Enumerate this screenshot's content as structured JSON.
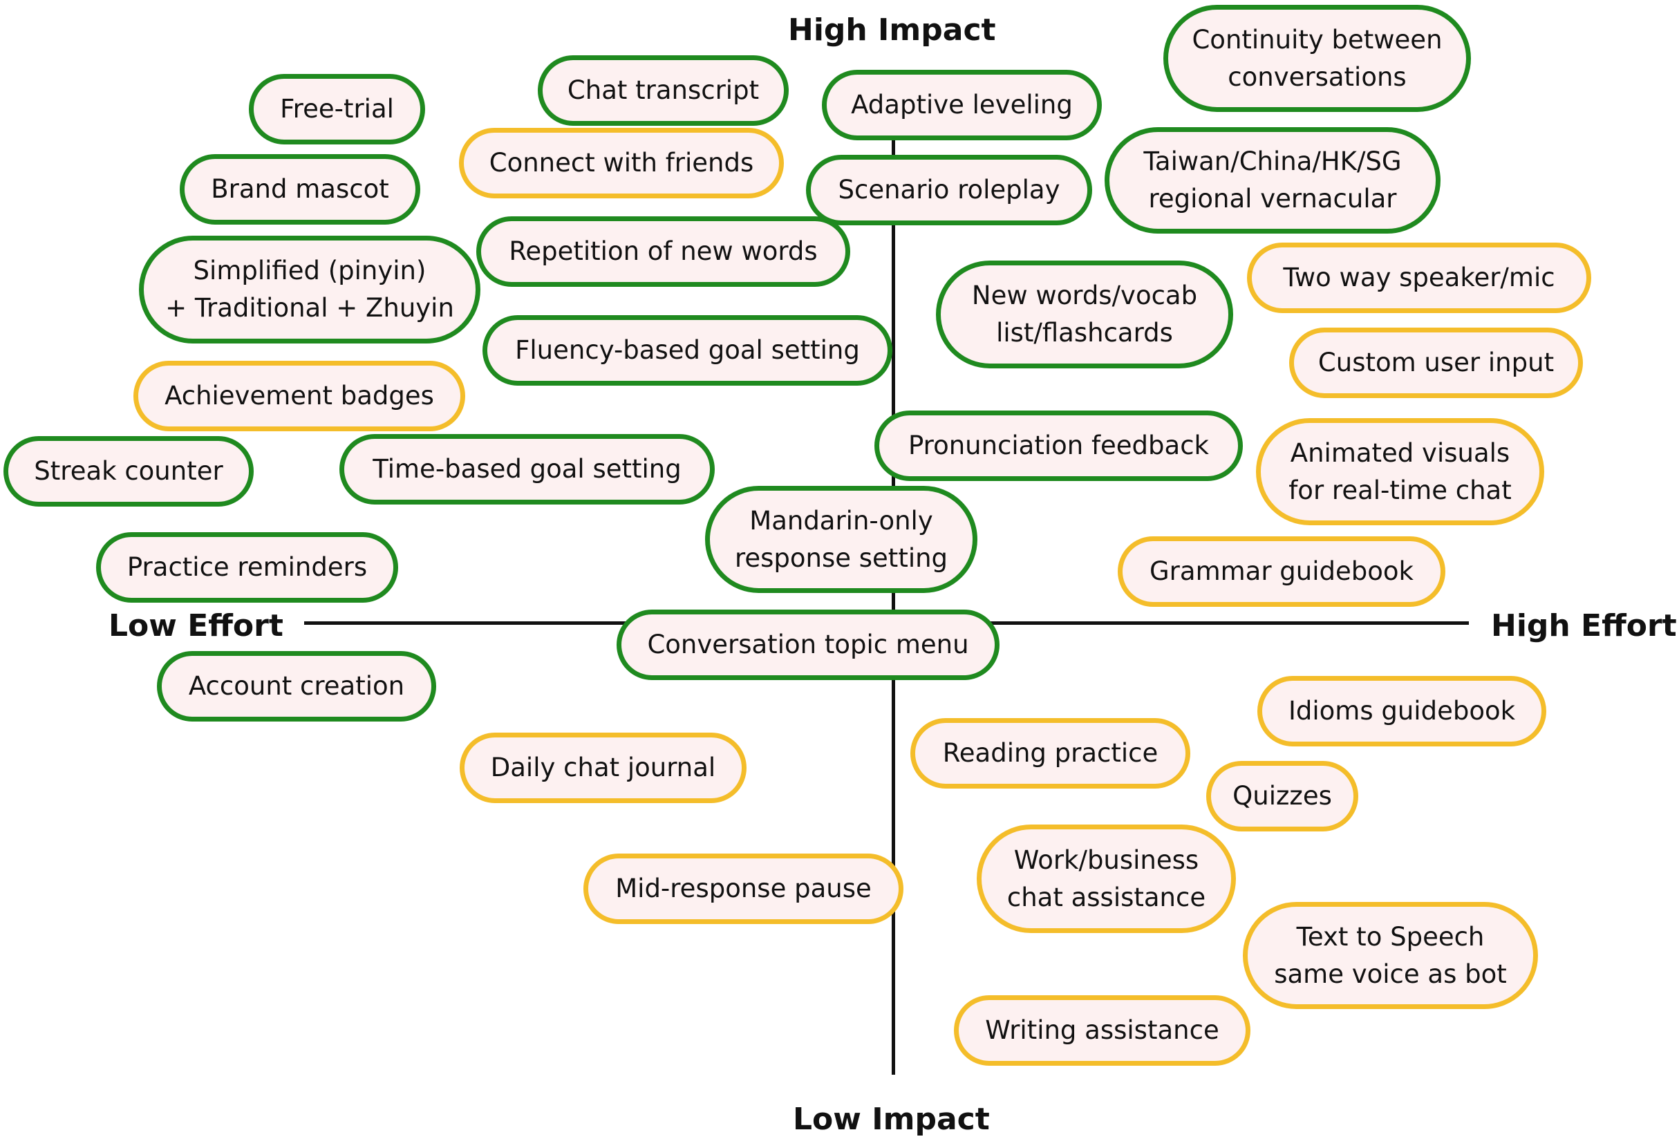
{
  "axes": {
    "top": "High Impact",
    "bottom": "Low Impact",
    "left": "Low Effort",
    "right": "High Effort"
  },
  "colors": {
    "green_border": "#1f8a1f",
    "yellow_border": "#f4bd2a",
    "pill_fill": "#fdf1f1",
    "axis": "#111111"
  },
  "features": [
    {
      "id": "continuity",
      "lines": [
        "Continuity between",
        "conversations"
      ],
      "category": "green"
    },
    {
      "id": "chat-transcript",
      "lines": [
        "Chat transcript"
      ],
      "category": "green"
    },
    {
      "id": "free-trial",
      "lines": [
        "Free-trial"
      ],
      "category": "green"
    },
    {
      "id": "adaptive-leveling",
      "lines": [
        "Adaptive leveling"
      ],
      "category": "green"
    },
    {
      "id": "connect-friends",
      "lines": [
        "Connect with friends"
      ],
      "category": "yellow"
    },
    {
      "id": "regional-vernacular",
      "lines": [
        "Taiwan/China/HK/SG",
        "regional vernacular"
      ],
      "category": "green"
    },
    {
      "id": "brand-mascot",
      "lines": [
        "Brand mascot"
      ],
      "category": "green"
    },
    {
      "id": "scenario-roleplay",
      "lines": [
        "Scenario roleplay"
      ],
      "category": "green"
    },
    {
      "id": "repetition-words",
      "lines": [
        "Repetition of new words"
      ],
      "category": "green"
    },
    {
      "id": "simplified-traditional",
      "lines": [
        "Simplified (pinyin)",
        "+ Traditional + Zhuyin"
      ],
      "category": "green"
    },
    {
      "id": "two-way-speaker",
      "lines": [
        "Two way speaker/mic"
      ],
      "category": "yellow"
    },
    {
      "id": "vocab-list",
      "lines": [
        "New words/vocab",
        "list/flashcards"
      ],
      "category": "green"
    },
    {
      "id": "fluency-goal",
      "lines": [
        "Fluency-based goal setting"
      ],
      "category": "green"
    },
    {
      "id": "custom-input",
      "lines": [
        "Custom user input"
      ],
      "category": "yellow"
    },
    {
      "id": "achievement-badges",
      "lines": [
        "Achievement badges"
      ],
      "category": "yellow"
    },
    {
      "id": "pronunciation-feedback",
      "lines": [
        "Pronunciation feedback"
      ],
      "category": "green"
    },
    {
      "id": "animated-visuals",
      "lines": [
        "Animated visuals",
        "for real-time chat"
      ],
      "category": "yellow"
    },
    {
      "id": "streak-counter",
      "lines": [
        "Streak counter"
      ],
      "category": "green"
    },
    {
      "id": "time-goal",
      "lines": [
        "Time-based goal setting"
      ],
      "category": "green"
    },
    {
      "id": "mandarin-only",
      "lines": [
        "Mandarin-only",
        "response setting"
      ],
      "category": "green"
    },
    {
      "id": "practice-reminders",
      "lines": [
        "Practice reminders"
      ],
      "category": "green"
    },
    {
      "id": "grammar-guidebook",
      "lines": [
        "Grammar guidebook"
      ],
      "category": "yellow"
    },
    {
      "id": "topic-menu",
      "lines": [
        "Conversation topic menu"
      ],
      "category": "green"
    },
    {
      "id": "account-creation",
      "lines": [
        "Account creation"
      ],
      "category": "green"
    },
    {
      "id": "idioms-guidebook",
      "lines": [
        "Idioms guidebook"
      ],
      "category": "yellow"
    },
    {
      "id": "reading-practice",
      "lines": [
        "Reading practice"
      ],
      "category": "yellow"
    },
    {
      "id": "daily-journal",
      "lines": [
        "Daily chat journal"
      ],
      "category": "yellow"
    },
    {
      "id": "quizzes",
      "lines": [
        "Quizzes"
      ],
      "category": "yellow"
    },
    {
      "id": "business-chat",
      "lines": [
        "Work/business",
        "chat assistance"
      ],
      "category": "yellow"
    },
    {
      "id": "mid-response-pause",
      "lines": [
        "Mid-response pause"
      ],
      "category": "yellow"
    },
    {
      "id": "tts-voice",
      "lines": [
        "Text to Speech",
        "same voice as bot"
      ],
      "category": "yellow"
    },
    {
      "id": "writing-assistance",
      "lines": [
        "Writing assistance"
      ],
      "category": "yellow"
    }
  ]
}
